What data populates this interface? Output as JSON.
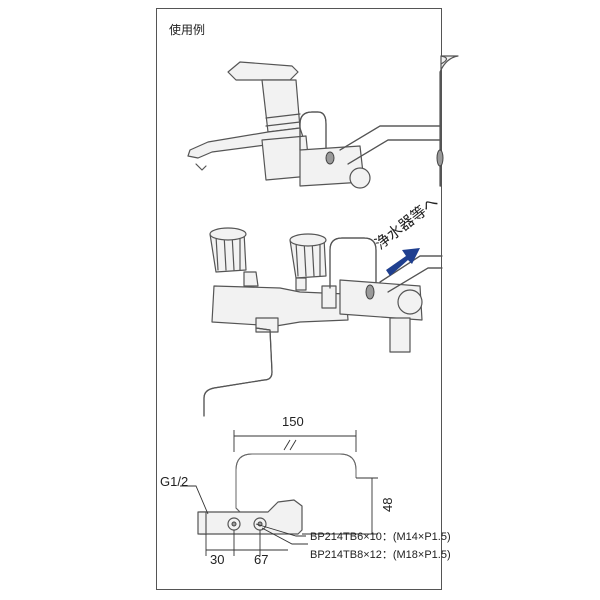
{
  "panel": {
    "title": "使用例",
    "callout": "浄水器等へ",
    "dims": {
      "width": "150",
      "height": "48",
      "offset_a": "30",
      "offset_b": "67"
    },
    "thread_label": "G1/2",
    "models": [
      "BP214TB6×10：(M14×P1.5)",
      "BP214TB8×12：(M18×P1.5)"
    ],
    "arrow_color": "#1f3f8f"
  }
}
